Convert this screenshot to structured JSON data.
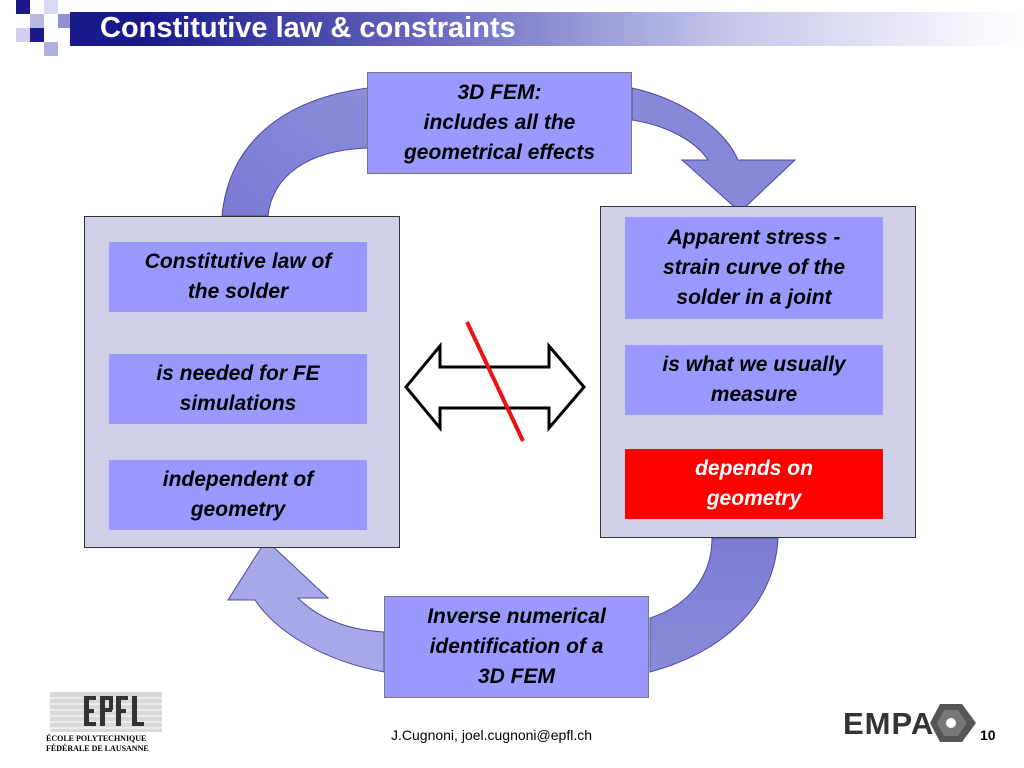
{
  "slide": {
    "title": "Constitutive law & constraints",
    "page_number": "10",
    "footer_author": "J.Cugnoni, joel.cugnoni@epfl.ch"
  },
  "diagram": {
    "top_box": "3D FEM: includes all the geometrical effects",
    "top_box_lines": [
      "3D FEM:",
      "includes all the",
      "geometrical effects"
    ],
    "bottom_box_lines": [
      "Inverse numerical",
      "identification of a",
      "3D FEM"
    ],
    "left_panel": {
      "boxes": [
        {
          "lines": [
            "Constitutive law of",
            "the solder"
          ]
        },
        {
          "lines": [
            "is needed for FE",
            "simulations"
          ]
        },
        {
          "lines": [
            "independent of",
            "geometry"
          ]
        }
      ]
    },
    "right_panel": {
      "boxes": [
        {
          "lines": [
            "Apparent stress -",
            "strain curve of the",
            "solder in a joint"
          ]
        },
        {
          "lines": [
            "is what we usually",
            "measure"
          ]
        },
        {
          "lines": [
            "depends on",
            "geometry"
          ],
          "highlight": "#ff0000"
        }
      ]
    }
  },
  "logos": {
    "epfl_line1": "ÉCOLE   POLYTECHNIQUE",
    "epfl_line2": "FÉDÉRALE DE LAUSANNE",
    "empa": "EMPA"
  },
  "colors": {
    "box_blue": "#9999ff",
    "panel_fill": "#cfcfe8",
    "arrow_fill": "#8080d0",
    "highlight_red": "#ff0000",
    "title_navy": "#1a1a8c"
  }
}
